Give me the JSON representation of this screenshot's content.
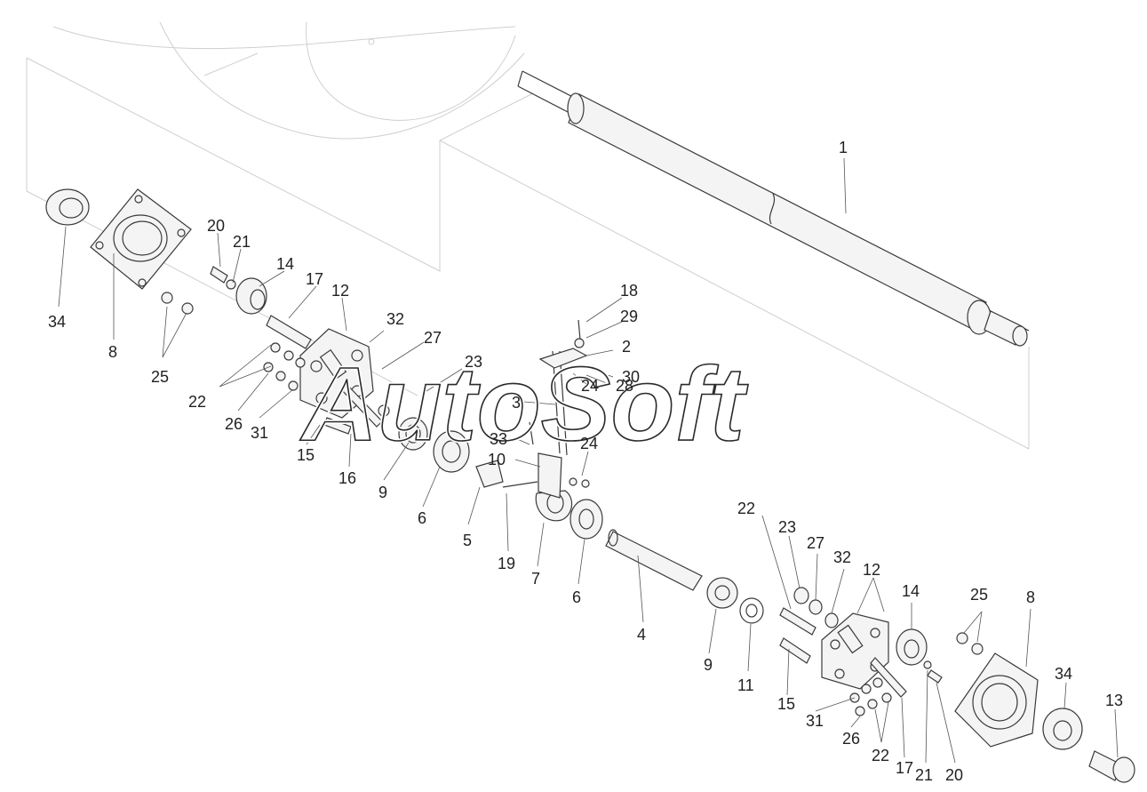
{
  "watermark": "AutoSoft",
  "callouts": [
    {
      "id": "c1",
      "label": "1"
    },
    {
      "id": "c34a",
      "label": "34"
    },
    {
      "id": "c8a",
      "label": "8"
    },
    {
      "id": "c25a",
      "label": "25"
    },
    {
      "id": "c20a",
      "label": "20"
    },
    {
      "id": "c21a",
      "label": "21"
    },
    {
      "id": "c14a",
      "label": "14"
    },
    {
      "id": "c17a",
      "label": "17"
    },
    {
      "id": "c12a",
      "label": "12"
    },
    {
      "id": "c32a",
      "label": "32"
    },
    {
      "id": "c27a",
      "label": "27"
    },
    {
      "id": "c22a",
      "label": "22"
    },
    {
      "id": "c26a",
      "label": "26"
    },
    {
      "id": "c31a",
      "label": "31"
    },
    {
      "id": "c15a",
      "label": "15"
    },
    {
      "id": "c16",
      "label": "16"
    },
    {
      "id": "c9a",
      "label": "9"
    },
    {
      "id": "c23a",
      "label": "23"
    },
    {
      "id": "c6a",
      "label": "6"
    },
    {
      "id": "c5",
      "label": "5"
    },
    {
      "id": "c18",
      "label": "18"
    },
    {
      "id": "c29",
      "label": "29"
    },
    {
      "id": "c2",
      "label": "2"
    },
    {
      "id": "c30",
      "label": "30"
    },
    {
      "id": "c3",
      "label": "3"
    },
    {
      "id": "c24a",
      "label": "24"
    },
    {
      "id": "c28",
      "label": "28"
    },
    {
      "id": "c33",
      "label": "33"
    },
    {
      "id": "c24b",
      "label": "24"
    },
    {
      "id": "c10",
      "label": "10"
    },
    {
      "id": "c19",
      "label": "19"
    },
    {
      "id": "c7",
      "label": "7"
    },
    {
      "id": "c6b",
      "label": "6"
    },
    {
      "id": "c4",
      "label": "4"
    },
    {
      "id": "c9b",
      "label": "9"
    },
    {
      "id": "c11",
      "label": "11"
    },
    {
      "id": "c22b",
      "label": "22"
    },
    {
      "id": "c23b",
      "label": "23"
    },
    {
      "id": "c27b",
      "label": "27"
    },
    {
      "id": "c32b",
      "label": "32"
    },
    {
      "id": "c12b",
      "label": "12"
    },
    {
      "id": "c14b",
      "label": "14"
    },
    {
      "id": "c25b",
      "label": "25"
    },
    {
      "id": "c8b",
      "label": "8"
    },
    {
      "id": "c34b",
      "label": "34"
    },
    {
      "id": "c13",
      "label": "13"
    },
    {
      "id": "c15b",
      "label": "15"
    },
    {
      "id": "c31b",
      "label": "31"
    },
    {
      "id": "c26b",
      "label": "26"
    },
    {
      "id": "c22c",
      "label": "22"
    },
    {
      "id": "c17b",
      "label": "17"
    },
    {
      "id": "c21b",
      "label": "21"
    },
    {
      "id": "c20b",
      "label": "20"
    }
  ]
}
